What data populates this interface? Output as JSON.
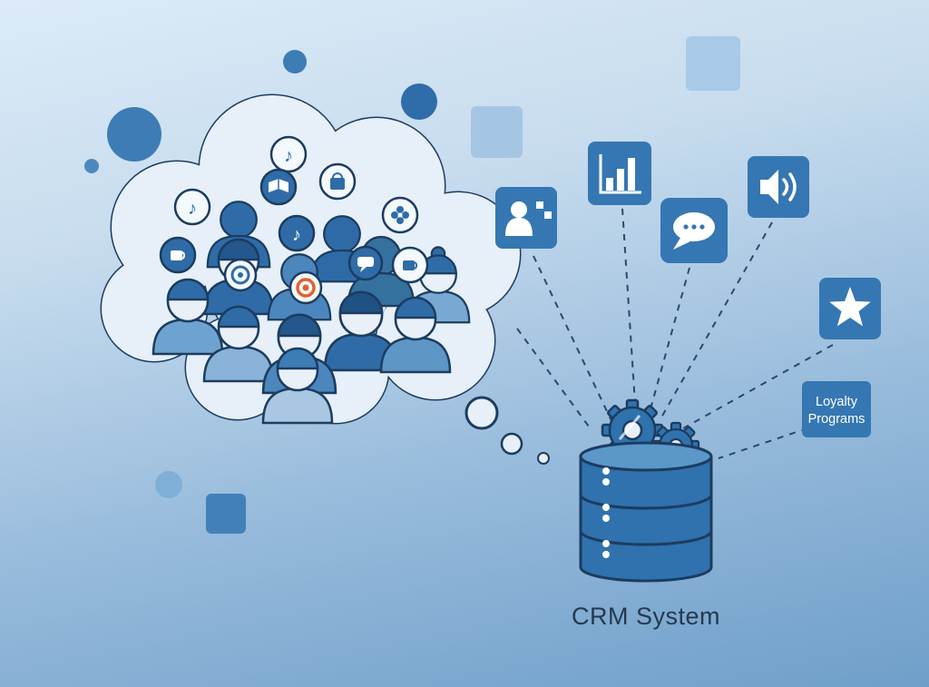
{
  "title": "CRM System",
  "labels": {
    "crm_system": "CRM System",
    "loyalty_line1": "Loyalty",
    "loyalty_line2": "Programs"
  },
  "glyphs": {
    "music_note": "♪"
  },
  "colors": {
    "background_top": "#dcebf7",
    "background_bottom": "#6f9fc9",
    "tile_blue": "#3577b2",
    "database_blue": "#2f72ad",
    "database_top": "#5b97c9",
    "outline_navy": "#1c3c60",
    "cloud_fill": "#e7f0f8",
    "accent_orange": "#e0622f",
    "icon_white": "#ffffff"
  },
  "cloud": {
    "name": "customer-interests-thought-cloud",
    "badges": [
      "music-note-icon",
      "music-note-icon",
      "book-icon",
      "shopping-bag-icon",
      "music-note-icon",
      "pinwheel-icon",
      "coffee-cup-icon",
      "coffee-cup-icon",
      "bullseye-icon",
      "chat-bubble-icon"
    ],
    "people_count": 12
  },
  "hub": {
    "name": "crm-database",
    "label": "CRM System",
    "parts": [
      "database-cylinder",
      "gear-large",
      "gear-small"
    ]
  },
  "tiles": [
    {
      "name": "customer-segments",
      "icon": "people-group-icon"
    },
    {
      "name": "analytics",
      "icon": "bar-chart-icon"
    },
    {
      "name": "messaging",
      "icon": "chat-bubble-icon"
    },
    {
      "name": "announcements",
      "icon": "speaker-icon"
    },
    {
      "name": "rewards",
      "icon": "star-icon"
    },
    {
      "name": "loyalty-programs",
      "label": "Loyalty Programs"
    }
  ]
}
